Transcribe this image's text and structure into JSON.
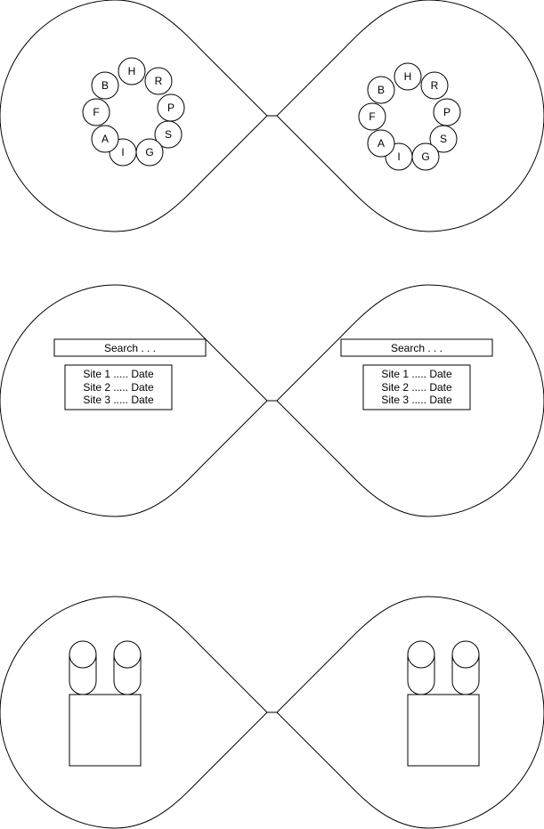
{
  "colors": {
    "stroke": "#000000",
    "fill": "#ffffff"
  },
  "panels": [
    {
      "kind": "letter-ring",
      "left": {
        "letters": [
          "H",
          "R",
          "P",
          "S",
          "G",
          "I",
          "A",
          "F",
          "B"
        ]
      },
      "right": {
        "letters": [
          "H",
          "R",
          "P",
          "S",
          "G",
          "I",
          "A",
          "F",
          "B"
        ]
      }
    },
    {
      "kind": "search",
      "left": {
        "search_label": "Search . . .",
        "results": [
          "Site 1 ..... Date",
          "Site 2 ..... Date",
          "Site 3 ..... Date"
        ]
      },
      "right": {
        "search_label": "Search . . .",
        "results": [
          "Site 1 ..... Date",
          "Site 2 ..... Date",
          "Site 3 ..... Date"
        ]
      }
    },
    {
      "kind": "database",
      "left": {
        "cylinders": 2,
        "server_boxes": 1
      },
      "right": {
        "cylinders": 2,
        "server_boxes": 1
      }
    }
  ]
}
